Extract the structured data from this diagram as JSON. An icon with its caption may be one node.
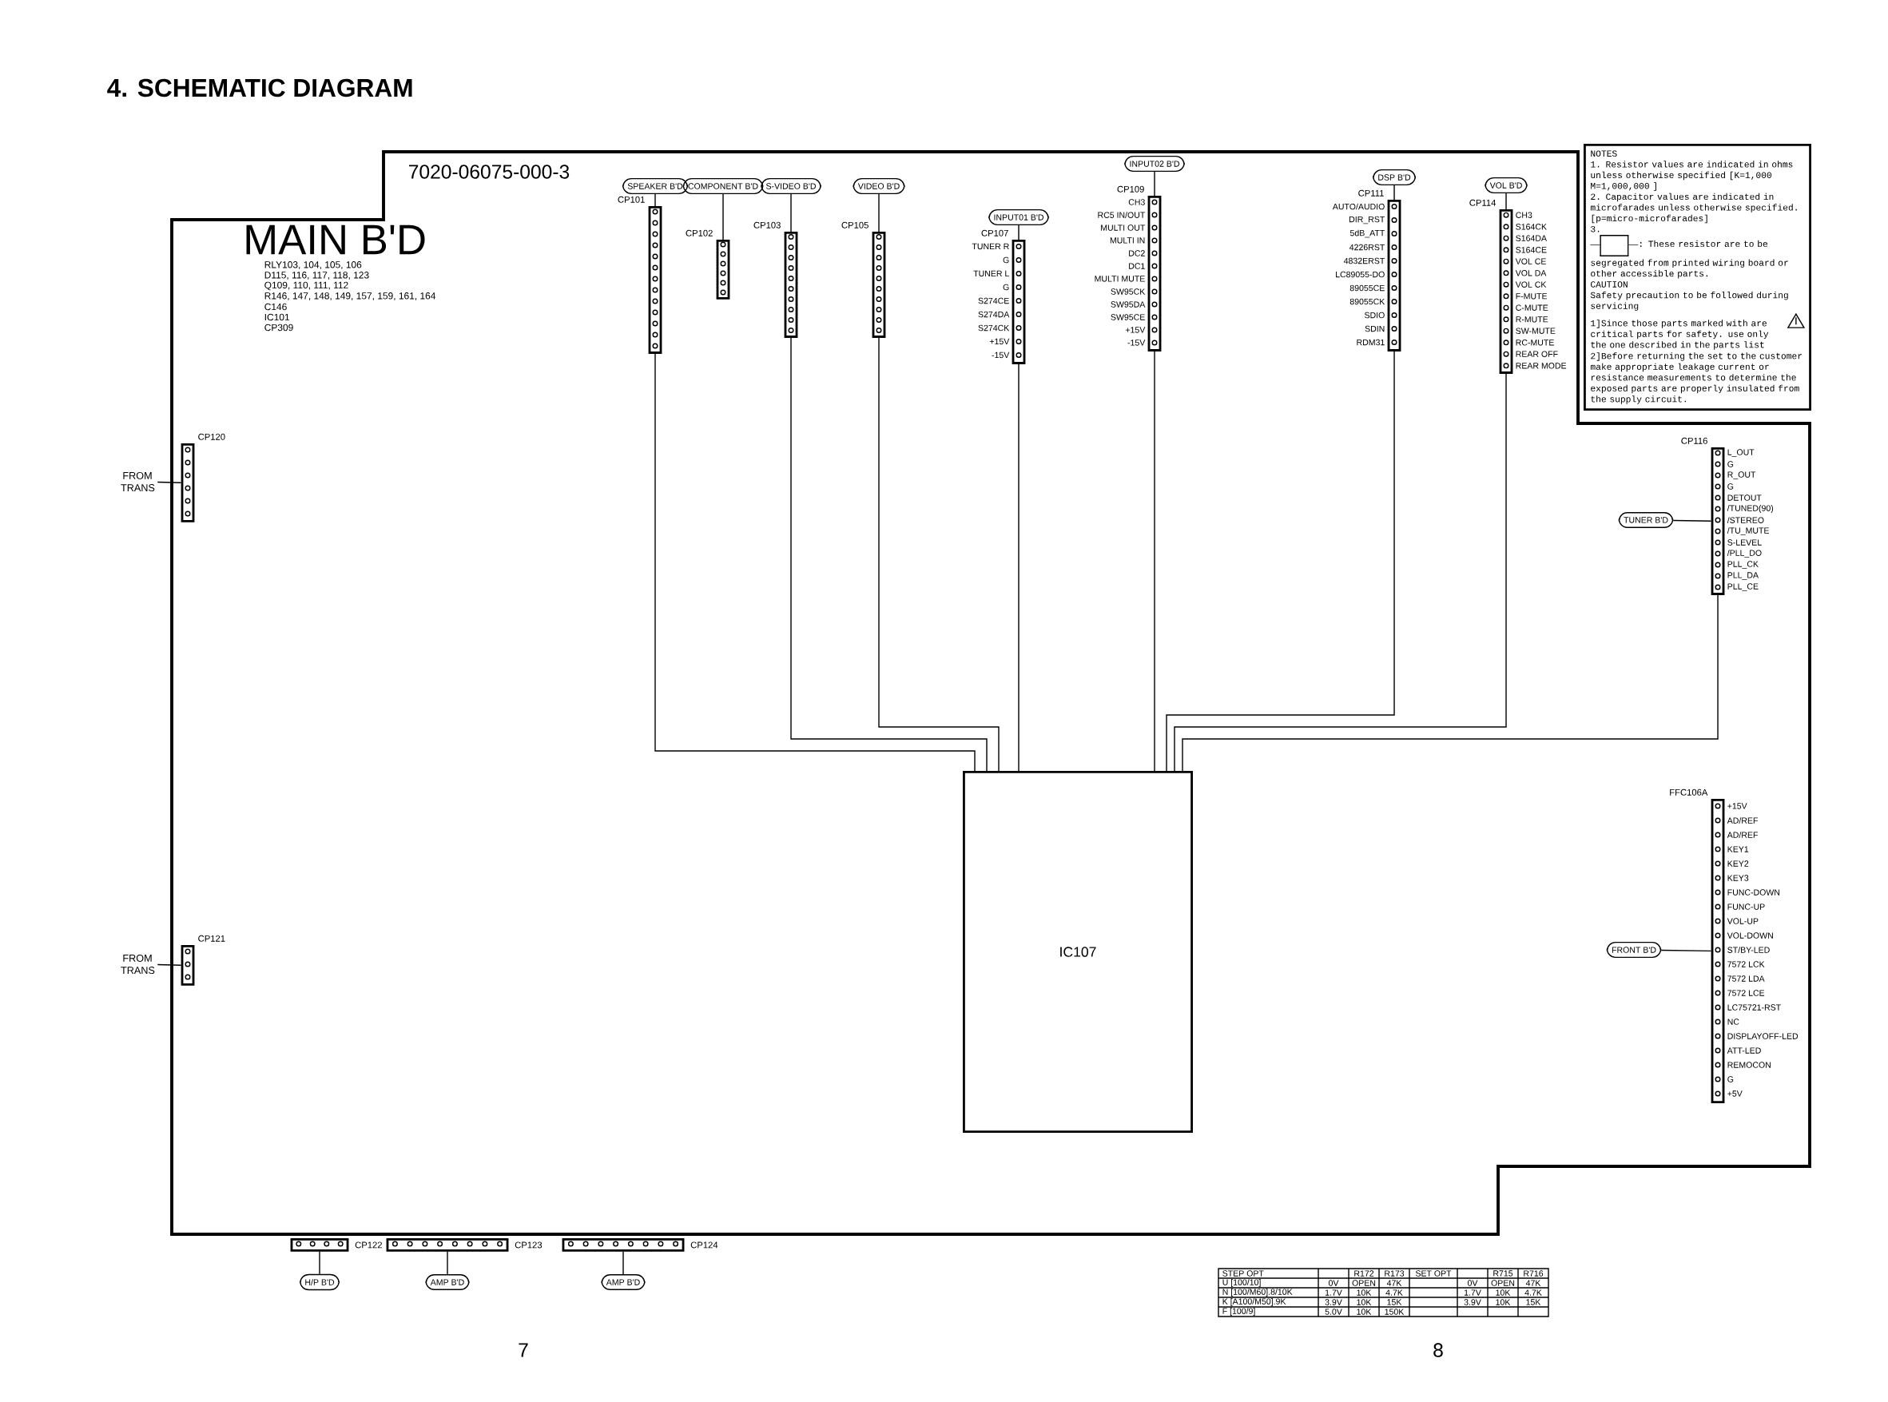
{
  "diagram": {
    "title": "4. SCHEMATIC DIAGRAM",
    "nodes": [
      {
        "text": [
          "MAIN B'D"
        ]
      },
      {
        "text": [
          "SPEAKER B'D"
        ]
      },
      {
        "text": [
          "COMPONENT B'D"
        ]
      },
      {
        "text": [
          "S-VIDEO B'D"
        ]
      },
      {
        "text": [
          "VIDEO B'D"
        ]
      },
      {
        "text": [
          "INPUT01 B'D"
        ]
      },
      {
        "text": [
          "INPUT02 B'D"
        ]
      },
      {
        "text": [
          "DSP B'D"
        ]
      },
      {
        "text": [
          "VOL B'D"
        ]
      },
      {
        "text": [
          "CP101"
        ]
      },
      {
        "text": [
          "CP102"
        ]
      },
      {
        "text": [
          "CP103"
        ]
      },
      {
        "text": [
          "CP105"
        ]
      },
      {
        "text": [
          "CP107"
        ]
      },
      {
        "text": [
          "CP109"
        ]
      },
      {
        "text": [
          "CP111"
        ]
      },
      {
        "text": [
          "CP114"
        ]
      },
      {
        "text": [
          "FROM TRANS"
        ]
      },
      {
        "text": [
          "CP120"
        ]
      },
      {
        "text": [
          "FROM TRANS"
        ]
      },
      {
        "text": [
          "CP121"
        ]
      },
      {
        "text": [
          "IC107"
        ]
      },
      {
        "text": [
          "H/P B'D"
        ]
      },
      {
        "text": [
          "CP122"
        ]
      },
      {
        "text": [
          "AMP B'D"
        ]
      },
      {
        "text": [
          "CP123"
        ]
      },
      {
        "text": [
          "AMP B'D"
        ]
      },
      {
        "text": [
          "CP124"
        ]
      },
      {
        "text": [
          "TUNER B'D"
        ]
      },
      {
        "text": [
          "CP116"
        ]
      },
      {
        "text": [
          "FRONT B'D"
        ]
      },
      {
        "text": [
          "FFC106A"
        ]
      },
      {
        "text": [
          "NOTES",
          "1. Resistor values are indicated in ohms unless otherwise specified [K=1,000 M=1,000,000 ]",
          "2. Capacitor values are indicated in microfarades unless otherwise specified. [p=micro-microfarades]",
          "3.",
          ": These resistor are to be segregated from printed wiring board or other accessible parts.",
          "CAUTION",
          "Safety precaution to be followed during servicing",
          "1]Since those parts marked with are critical parts for safety. use only the one described in the parts list",
          "2]Before returning the set to the customer make appropriate leakage current or resistance measurements to determine the exposed parts are properly insulated from the supply circuit."
        ]
      }
    ],
    "edges": [
      {
        "from": 1,
        "to": 9,
        "arrow": "none"
      },
      {
        "from": 2,
        "to": 10,
        "arrow": "none"
      },
      {
        "from": 3,
        "to": 11,
        "arrow": "none"
      },
      {
        "from": 4,
        "to": 12,
        "arrow": "none"
      },
      {
        "from": 5,
        "to": 13,
        "arrow": "none"
      },
      {
        "from": 6,
        "to": 14,
        "arrow": "none"
      },
      {
        "from": 7,
        "to": 15,
        "arrow": "none"
      },
      {
        "from": 8,
        "to": 16,
        "arrow": "none"
      },
      {
        "from": 17,
        "to": 18,
        "arrow": "none"
      },
      {
        "from": 19,
        "to": 20,
        "arrow": "none"
      },
      {
        "from": 22,
        "to": 23,
        "arrow": "none"
      },
      {
        "from": 24,
        "to": 25,
        "arrow": "none"
      },
      {
        "from": 26,
        "to": 27,
        "arrow": "none"
      },
      {
        "from": 28,
        "to": 29,
        "arrow": "none"
      },
      {
        "from": 30,
        "to": 31,
        "arrow": "none"
      },
      {
        "from": 9,
        "to": 21,
        "arrow": "none"
      },
      {
        "from": 11,
        "to": 21,
        "arrow": "none"
      },
      {
        "from": 12,
        "to": 21,
        "arrow": "none"
      },
      {
        "from": 13,
        "to": 21,
        "arrow": "none"
      },
      {
        "from": 14,
        "to": 21,
        "arrow": "none"
      },
      {
        "from": 15,
        "to": 21,
        "arrow": "none"
      },
      {
        "from": 16,
        "to": 21,
        "arrow": "none"
      },
      {
        "from": 29,
        "to": 21,
        "arrow": "none"
      }
    ],
    "labels": [
      "7020-06075-000-3",
      "RLY103, 104, 105, 106",
      "D115, 116, 117, 118, 123",
      "Q109, 110, 111, 112",
      "R146, 147, 148, 149, 157, 159, 161, 164",
      "C146",
      "IC101",
      "CP309",
      "CH3",
      "S164CK",
      "S164DA",
      "S164CE",
      "VOL CE",
      "VOL DA",
      "VOL CK",
      "F-MUTE",
      "C-MUTE",
      "R-MUTE",
      "SW-MUTE",
      "RC-MUTE",
      "REAR OFF",
      "REAR MODE",
      "L_OUT",
      "G",
      "R_OUT",
      "G",
      "DETOUT",
      "/TUNED(90)",
      "/STEREO",
      "/TU_MUTE",
      "S-LEVEL",
      "/PLL_DO",
      "PLL_CK",
      "PLL_DA",
      "PLL_CE",
      "+15V",
      "AD/REF",
      "AD/REF",
      "KEY1",
      "KEY2",
      "KEY3",
      "FUNC-DOWN",
      "FUNC-UP",
      "VOL-UP",
      "VOL-DOWN",
      "ST/BY-LED",
      "7572 LCK",
      "7572 LDA",
      "7572 LCE",
      "LC75721-RST",
      "NC",
      "DISPLAYOFF-LED",
      "ATT-LED",
      "REMOCON",
      "G",
      "+5V",
      "CH3",
      "RC5 IN/OUT",
      "MULTI OUT",
      "MULTI IN",
      "DC2",
      "DC1",
      "MULTI MUTE",
      "SW95CK",
      "SW95DA",
      "SW95CE",
      "+15V",
      "-15V",
      "TUNER R",
      "G",
      "TUNER L",
      "G",
      "S274CE",
      "S274DA",
      "S274CK",
      "+15V",
      "-15V",
      "AUTO/AUDIO",
      "DIR_RST",
      "5dB_ATT",
      "4226RST",
      "4832ERST",
      "LC89055-DO",
      "89055CE",
      "89055CK",
      "SDIO",
      "SDIN",
      "RDM31",
      "STEP OPT",
      "R172",
      "R173",
      "SET OPT",
      "R715",
      "R716",
      "U [100/10]",
      "0V",
      "OPEN",
      "47K",
      "0V",
      "OPEN",
      "47K",
      "N [100/M60].8/10K",
      "1.7V",
      "10K",
      "4.7K",
      "1.7V",
      "10K",
      "4.7K",
      "K [A100/M50].9K",
      "3.9V",
      "10K",
      "15K",
      "3.9V",
      "10K",
      "15K",
      "F [100/9]",
      "5.0V",
      "10K",
      "150K",
      "7",
      "8"
    ]
  }
}
